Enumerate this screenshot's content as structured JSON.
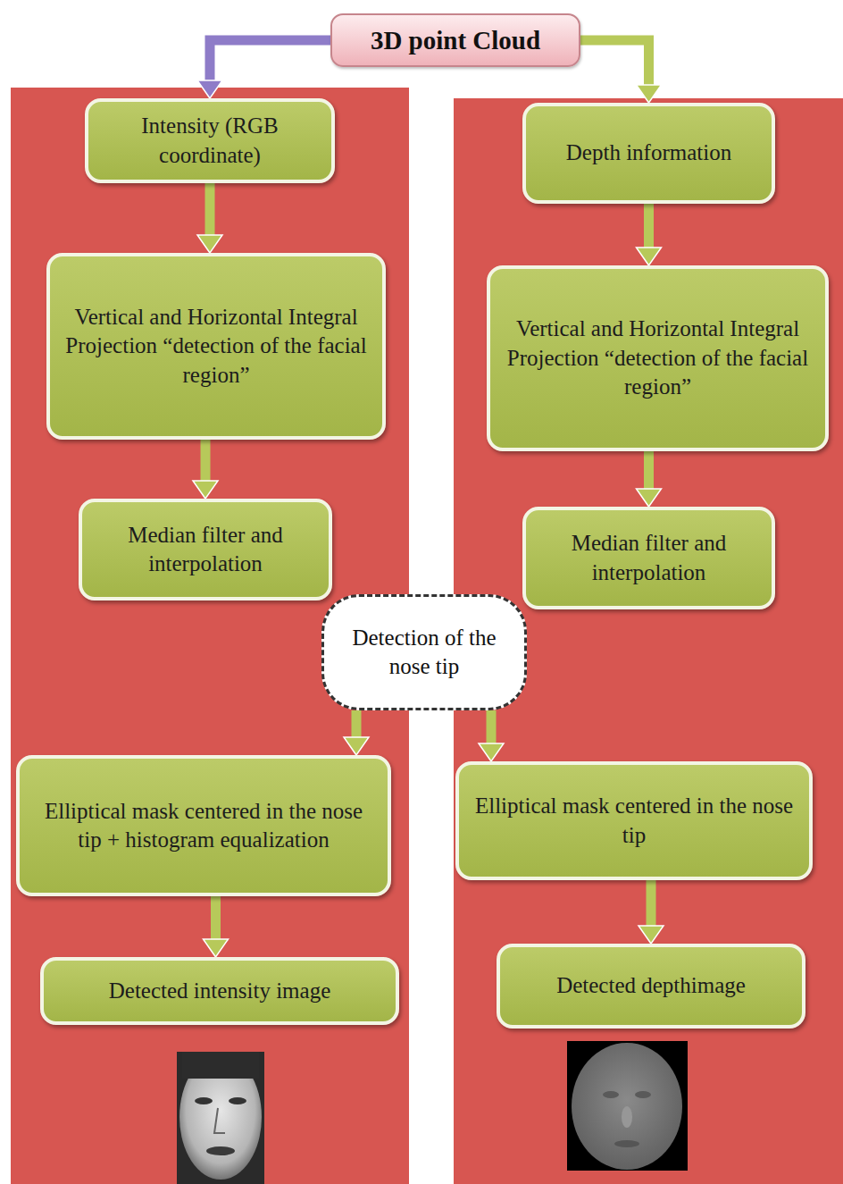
{
  "diagram": {
    "nodes": [
      {
        "text": [
          "3D point Cloud"
        ]
      },
      {
        "text": [
          "Intensity (RGB coordinate)"
        ]
      },
      {
        "text": [
          "Depth information"
        ]
      },
      {
        "text": [
          "Vertical and Horizontal Integral Projection “detection of the facial region”"
        ]
      },
      {
        "text": [
          "Vertical and Horizontal Integral Projection “detection of the facial region”"
        ]
      },
      {
        "text": [
          "Median filter and interpolation"
        ]
      },
      {
        "text": [
          "Median filter and interpolation"
        ]
      },
      {
        "text": [
          "Detection of the nose tip"
        ]
      },
      {
        "text": [
          "Elliptical mask centered in the nose tip + histogram equalization"
        ]
      },
      {
        "text": [
          "Elliptical mask centered in the nose tip"
        ]
      },
      {
        "text": [
          "Detected intensity image"
        ]
      },
      {
        "text": [
          "Detected depthimage"
        ]
      }
    ],
    "edges": [
      {
        "from": 0,
        "to": 1,
        "arrow": "to"
      },
      {
        "from": 0,
        "to": 2,
        "arrow": "to"
      },
      {
        "from": 1,
        "to": 3,
        "arrow": "to"
      },
      {
        "from": 3,
        "to": 5,
        "arrow": "to"
      },
      {
        "from": 2,
        "to": 4,
        "arrow": "to"
      },
      {
        "from": 4,
        "to": 6,
        "arrow": "to"
      },
      {
        "from": 7,
        "to": 8,
        "arrow": "to"
      },
      {
        "from": 7,
        "to": 9,
        "arrow": "to"
      },
      {
        "from": 8,
        "to": 10,
        "arrow": "to"
      },
      {
        "from": 9,
        "to": 11,
        "arrow": "to"
      }
    ]
  }
}
